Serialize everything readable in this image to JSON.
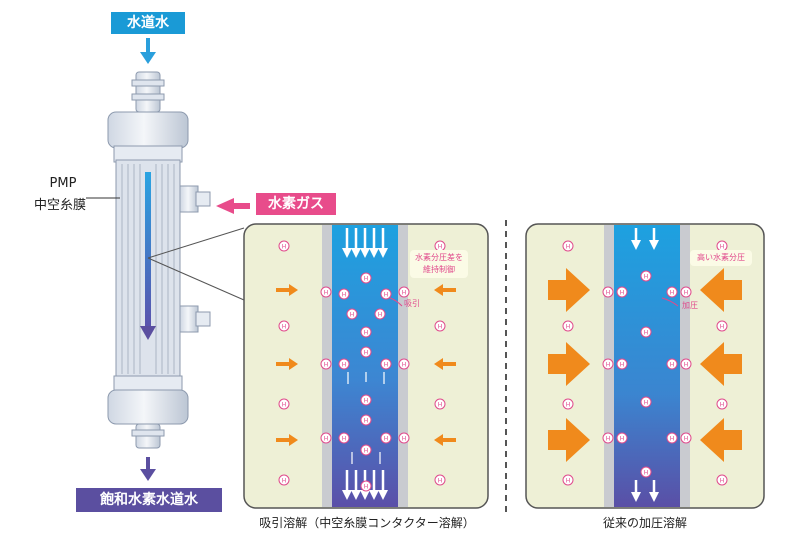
{
  "labels": {
    "tap_water": "水道水",
    "membrane_line1": "PMP",
    "membrane_line2": "中空糸膜",
    "hydrogen_gas": "水素ガス",
    "saturated_water": "飽和水素水道水",
    "left_note_line1": "水素分圧差を",
    "left_note_line2": "維持制御",
    "suction": "吸引",
    "right_note": "高い水素分圧",
    "pressure": "加圧",
    "h2_mark": "H",
    "caption_left": "吸引溶解（中空糸膜コンタクター溶解）",
    "caption_right": "従来の加圧溶解"
  },
  "colors": {
    "tap_water_tag": "#1a9ad6",
    "gas_tag": "#e84c8b",
    "saturated_tag": "#5b4fa0",
    "panel_fill": "#eef0d6",
    "orange_arrow": "#f08a1c",
    "pink_bubble": "#e04a8c"
  }
}
